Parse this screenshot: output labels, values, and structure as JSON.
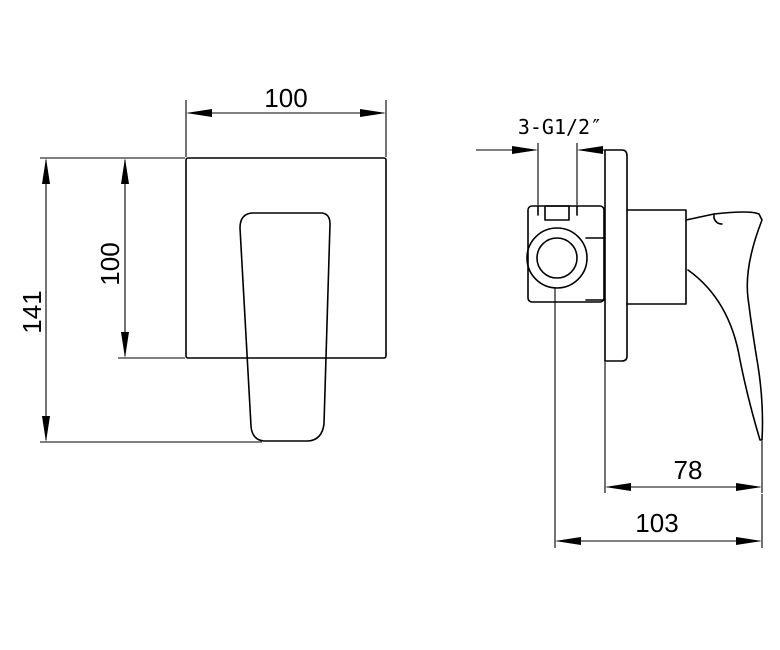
{
  "dimensions": {
    "front_width": "100",
    "front_plate_height": "100",
    "front_total_height": "141",
    "side_thread": "3-G1/2″",
    "side_depth_handle": "78",
    "side_depth_total": "103"
  }
}
